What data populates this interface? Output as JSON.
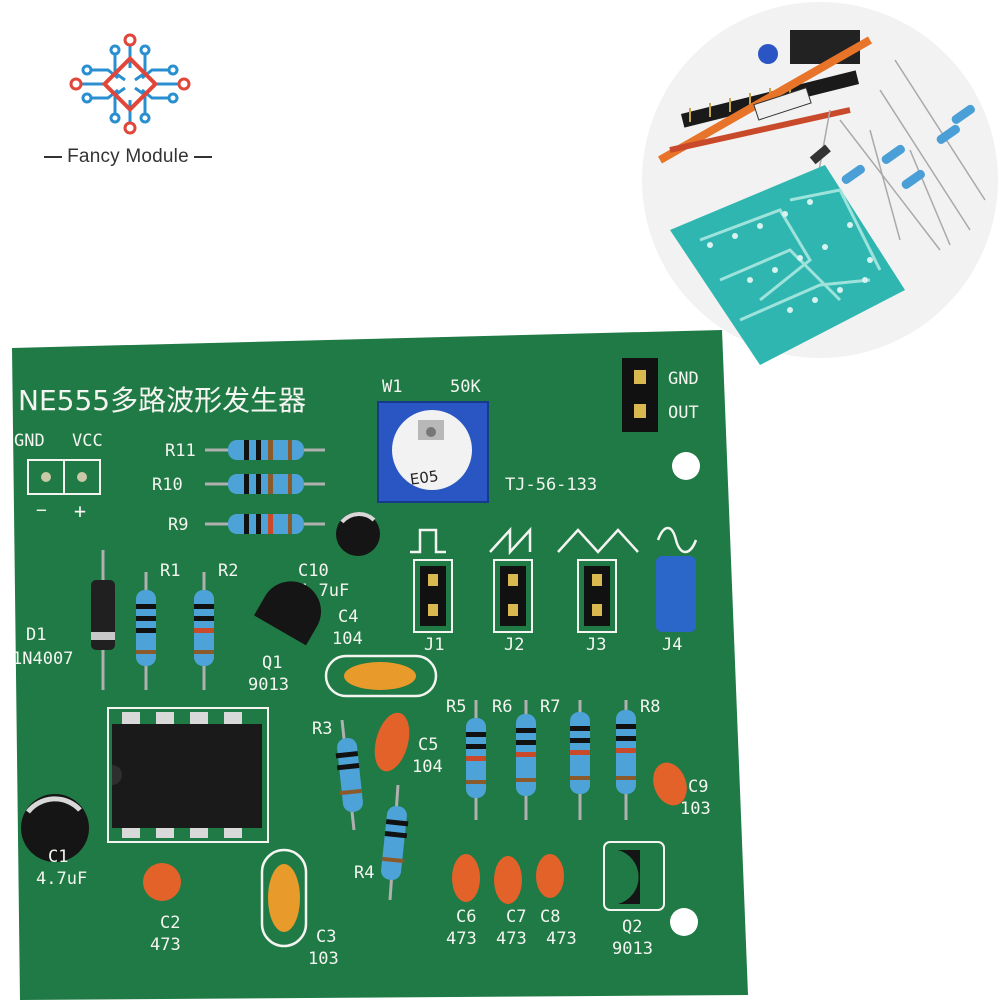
{
  "brand": {
    "name": "Fancy Module"
  },
  "board": {
    "title": "NE555多路波形发生器",
    "pot_label": "W1",
    "pot_value": "50K",
    "pot_marking": "E05",
    "model": "TJ-56-133",
    "power": {
      "gnd": "GND",
      "vcc": "VCC",
      "minus": "−",
      "plus": "+"
    },
    "out_header": {
      "gnd": "GND",
      "out": "OUT"
    },
    "resistors": {
      "r1": "R1",
      "r2": "R2",
      "r3": "R3",
      "r4": "R4",
      "r5": "R5",
      "r6": "R6",
      "r7": "R7",
      "r8": "R8",
      "r9": "R9",
      "r10": "R10",
      "r11": "R11"
    },
    "diode": {
      "name": "D1",
      "part": "1N4007"
    },
    "q1": {
      "name": "Q1",
      "part": "9013"
    },
    "q2": {
      "name": "Q2",
      "part": "9013"
    },
    "c1": {
      "name": "C1",
      "value": "4.7uF"
    },
    "c10": {
      "name": "C10",
      "value": "4.7uF"
    },
    "c2": {
      "name": "C2",
      "value": "473"
    },
    "c3": {
      "name": "C3",
      "value": "103"
    },
    "c4": {
      "name": "C4",
      "value": "104"
    },
    "c5": {
      "name": "C5",
      "value": "104"
    },
    "c6": {
      "name": "C6",
      "value": "473"
    },
    "c7": {
      "name": "C7",
      "value": "473"
    },
    "c8": {
      "name": "C8",
      "value": "473"
    },
    "c9": {
      "name": "C9",
      "value": "103"
    },
    "jumpers": {
      "j1": "J1",
      "j2": "J2",
      "j3": "J3",
      "j4": "J4"
    }
  },
  "colors": {
    "pcb": "#1f7a45",
    "pcb_dark": "#17633a",
    "silk": "#f4f4f0",
    "logo_red": "#e0463a",
    "logo_blue": "#2a8fd0"
  }
}
